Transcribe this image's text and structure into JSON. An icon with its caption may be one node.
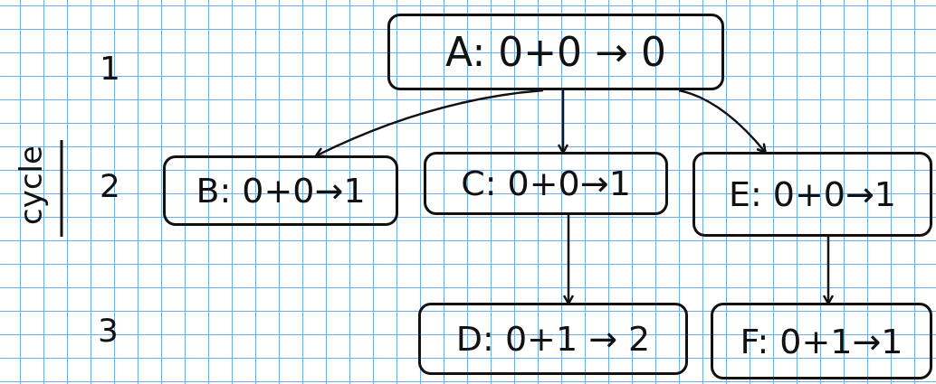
{
  "diagram": {
    "nodes": [
      {
        "text": [
          "A: 0+0 → 0"
        ]
      },
      {
        "text": [
          "B: 0+0→1"
        ]
      },
      {
        "text": [
          "C: 0+0→1"
        ]
      },
      {
        "text": [
          "E: 0+0→1"
        ]
      },
      {
        "text": [
          "D: 0+1 → 2"
        ]
      },
      {
        "text": [
          "F: 0+1→1"
        ]
      }
    ],
    "edges": [
      {
        "from": 0,
        "to": 1,
        "arrow": "to"
      },
      {
        "from": 0,
        "to": 2,
        "arrow": "to"
      },
      {
        "from": 0,
        "to": 3,
        "arrow": "to"
      },
      {
        "from": 2,
        "to": 4,
        "arrow": "to"
      },
      {
        "from": 3,
        "to": 5,
        "arrow": "to"
      }
    ],
    "labels": [
      "cycle",
      "1",
      "2",
      "3"
    ]
  }
}
